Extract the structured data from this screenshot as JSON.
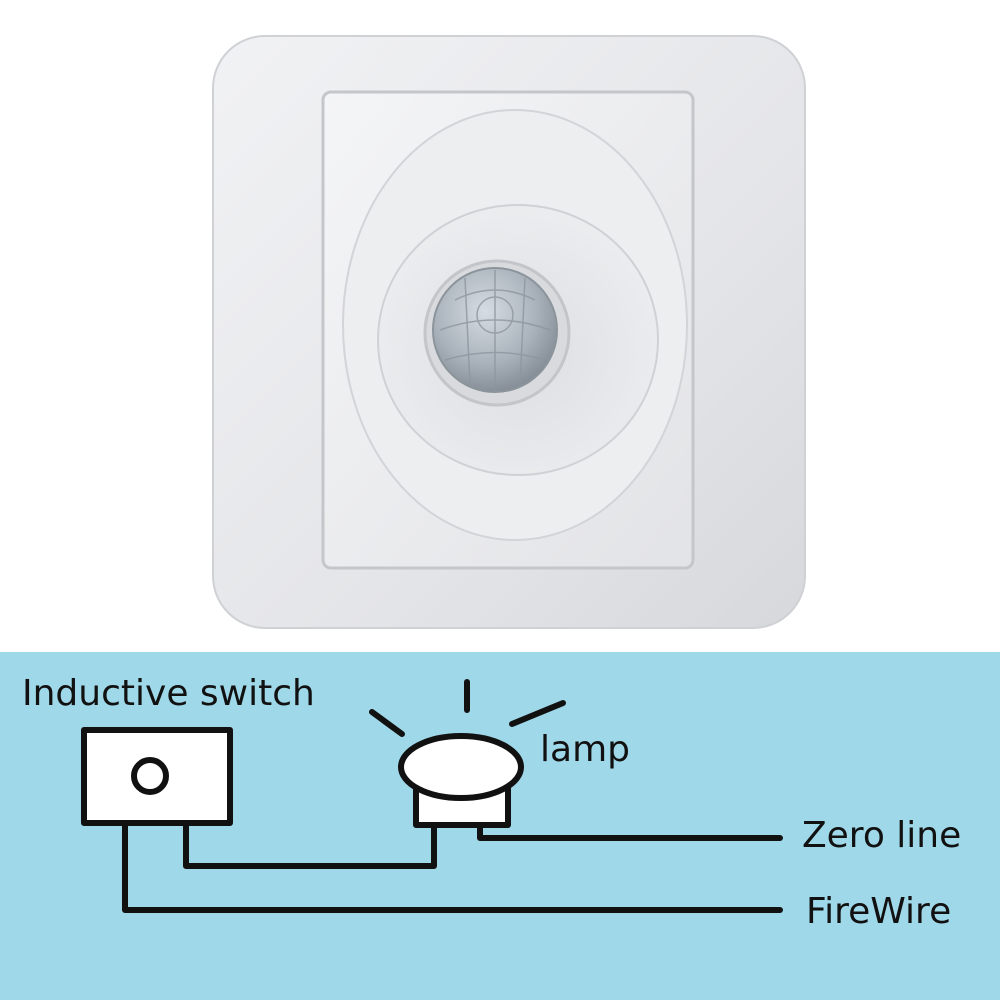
{
  "diagram": {
    "switch_label": "Inductive switch",
    "lamp_label": "lamp",
    "zero_label": "Zero line",
    "fire_label": "FireWire"
  },
  "colors": {
    "diagram_bg": "#9fd8e9",
    "plate": "#e8e9eb",
    "line": "#111111"
  }
}
